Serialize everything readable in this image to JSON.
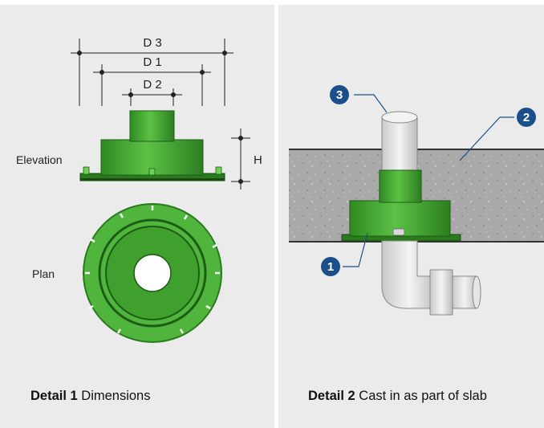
{
  "detail1": {
    "title_bold": "Detail 1",
    "title_rest": " Dimensions",
    "labels": {
      "elevation": "Elevation",
      "plan": "Plan"
    },
    "dimensions": {
      "d3": "D 3",
      "d1": "D 1",
      "d2": "D 2",
      "h": "H"
    }
  },
  "detail2": {
    "title_bold": "Detail 2",
    "title_rest": " Cast in as part of slab",
    "callouts": {
      "c1": "1",
      "c2": "2",
      "c3": "3"
    }
  },
  "colors": {
    "green": "#3a9b2a",
    "dark_green": "#1e6b18",
    "concrete": "#a6a6a6",
    "callout": "#1b4f8c",
    "panel": "#ebebeb"
  }
}
